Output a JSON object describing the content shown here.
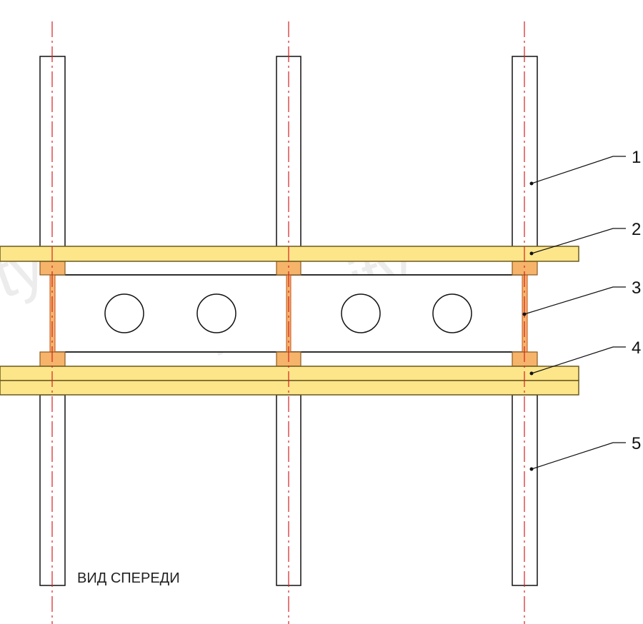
{
  "diagram": {
    "view_label": "ВИД СПЕРЕДИ",
    "watermark_text": "intercity",
    "callouts": [
      {
        "number": "1",
        "target": "upper-post"
      },
      {
        "number": "2",
        "target": "upper-beam"
      },
      {
        "number": "3",
        "target": "spacer-panel"
      },
      {
        "number": "4",
        "target": "lower-beam"
      },
      {
        "number": "5",
        "target": "lower-post"
      }
    ]
  },
  "colors": {
    "beam_fill": "#fde58a",
    "beam_stroke": "#6b5a1e",
    "pad_fill": "#f6b36a",
    "pad_stroke": "#8a5a20",
    "center_line": "#d62020",
    "outline": "#111111"
  }
}
